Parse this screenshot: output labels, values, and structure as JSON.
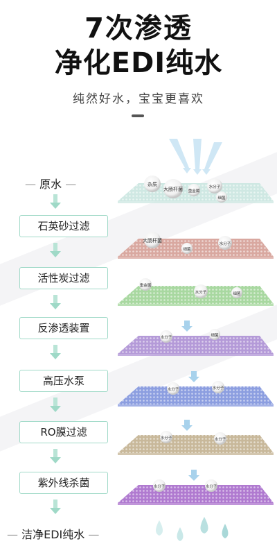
{
  "header": {
    "title_line1": "7次渗透",
    "title_line2": "净化EDI纯水",
    "subtitle": "纯然好水，宝宝更喜欢"
  },
  "steps": [
    {
      "label": "原水"
    },
    {
      "label": "石英砂过滤"
    },
    {
      "label": "活性炭过滤"
    },
    {
      "label": "反渗透装置"
    },
    {
      "label": "高压水泵"
    },
    {
      "label": "RO膜过滤"
    },
    {
      "label": "紫外线杀菌"
    },
    {
      "label": "洁净EDI纯水"
    }
  ],
  "layers": [
    {
      "color": "#cfe8e3",
      "particles": [
        "杂质",
        "大肠杆菌",
        "重金属",
        "水分子",
        "细菌"
      ]
    },
    {
      "color": "#d9a8a0",
      "particles": [
        "大肠杆菌",
        "细菌",
        "水分子"
      ]
    },
    {
      "color": "#a8d8a0",
      "particles": [
        "重金属",
        "水分子",
        "细菌"
      ]
    },
    {
      "color": "#b49ad8",
      "particles": [
        "水分子",
        "细菌"
      ]
    },
    {
      "color": "#8c9ee0",
      "particles": [
        "水分子",
        "水分子"
      ]
    },
    {
      "color": "#c8b89a",
      "particles": [
        "水分子",
        "水分子"
      ]
    },
    {
      "color": "#b07ad0",
      "particles": [
        "水分子",
        "水分子"
      ]
    }
  ],
  "colors": {
    "accent": "#9fd9c7",
    "arrow": "#b9e4d6",
    "drop": "#a9d8d8"
  }
}
